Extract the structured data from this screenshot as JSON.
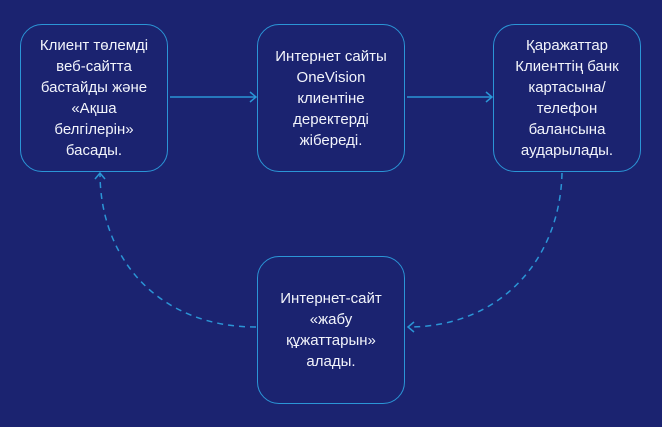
{
  "steps": [
    {
      "text": "Клиент төлемді\nвеб-сайтта\nбастайды және\n«Ақша\nбелгілерін»\nбасады."
    },
    {
      "text": "Интернет сайты\nOneVision\nклиентіне\nдеректерді\nжібереді."
    },
    {
      "text": "Қаражаттар\nКлиенттің банк\nкартасына/\nтелефон\nбалансына\nаударылады."
    },
    {
      "text": "Интернет-сайт\n«жабу\nқұжаттарын»\nалады."
    }
  ],
  "colors": {
    "background": "#1b2370",
    "accent": "#2b95d6",
    "text": "#f2f4fb"
  }
}
